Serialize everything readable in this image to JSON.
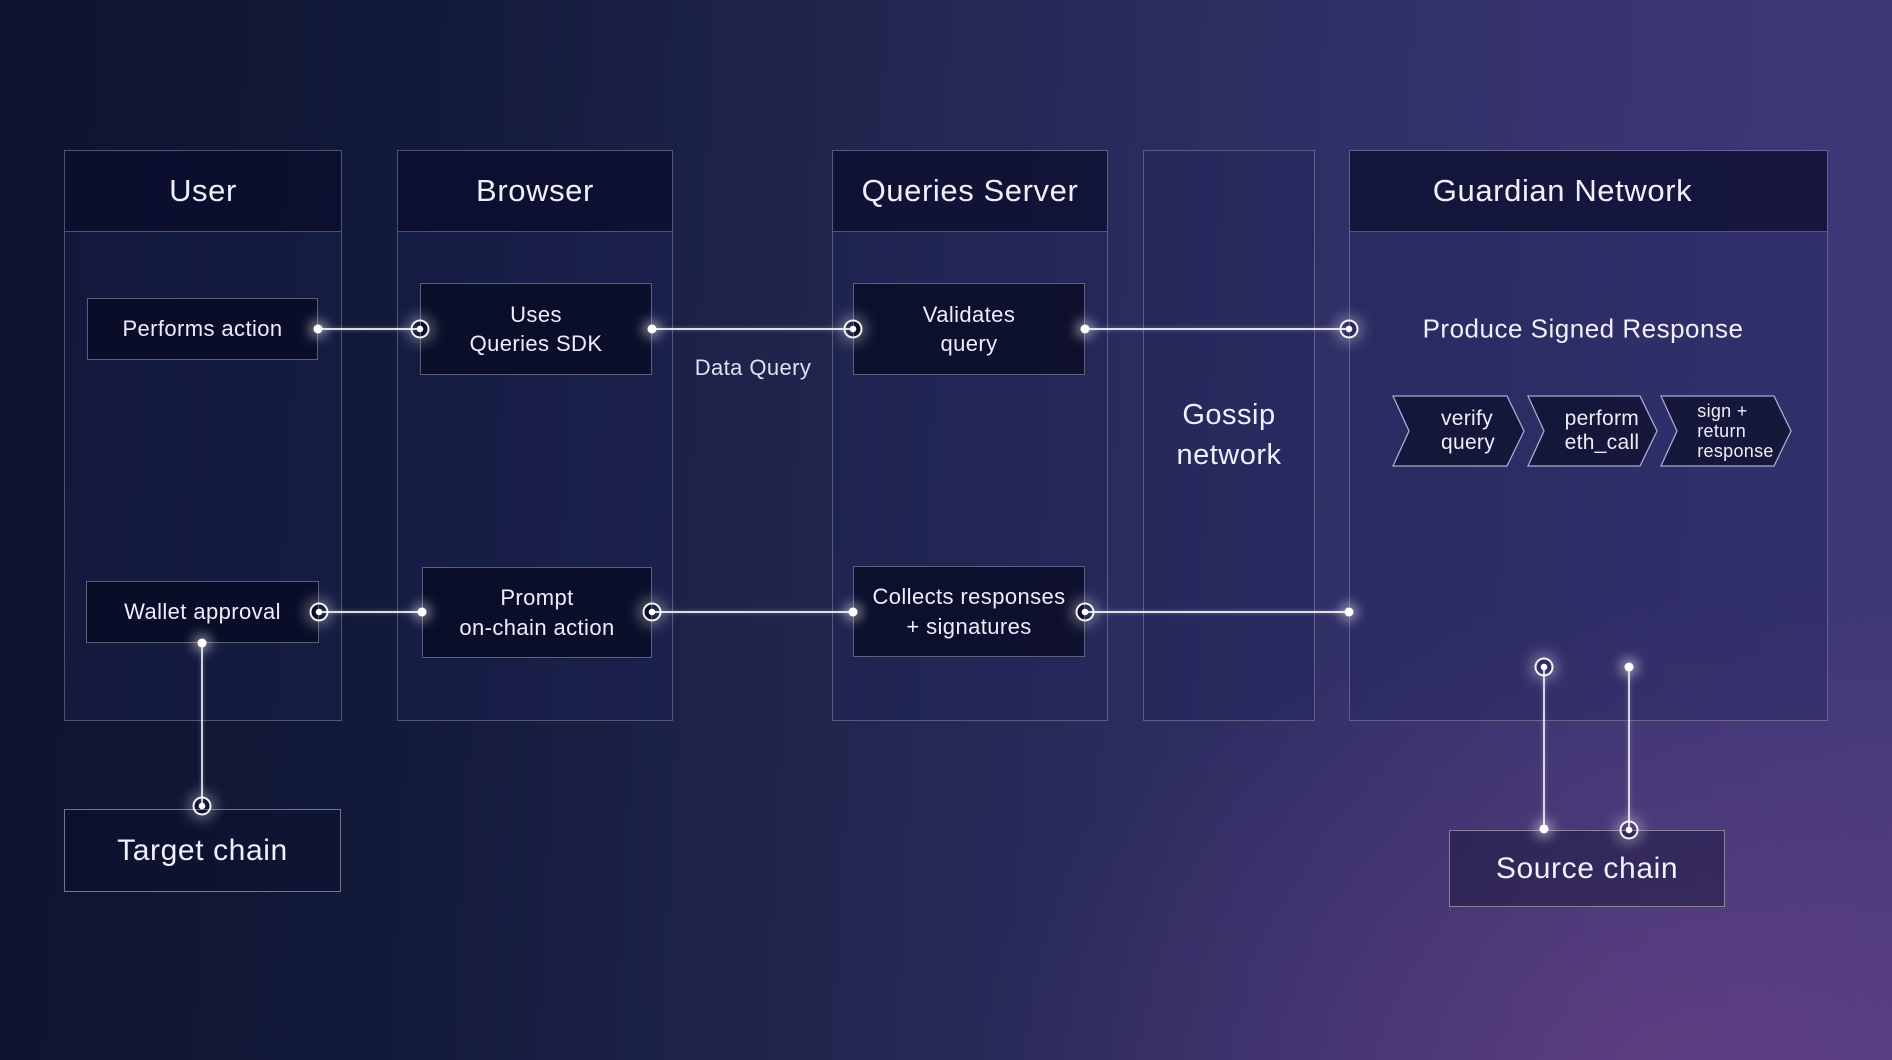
{
  "columns": {
    "user": {
      "title": "User"
    },
    "browser": {
      "title": "Browser"
    },
    "queries_server": {
      "title": "Queries Server"
    },
    "guardian": {
      "title": "Guardian Network"
    }
  },
  "gossip": {
    "label": "Gossip\nnetwork"
  },
  "nodes": {
    "performs_action": {
      "label": "Performs action"
    },
    "uses_queries_sdk": {
      "label": "Uses\nQueries SDK"
    },
    "validates_query": {
      "label": "Validates\nquery"
    },
    "wallet_approval": {
      "label": "Wallet approval"
    },
    "prompt_on_chain_action": {
      "label": "Prompt\non-chain action"
    },
    "collects_responses": {
      "label": "Collects responses\n+ signatures"
    },
    "target_chain": {
      "label": "Target chain"
    },
    "source_chain": {
      "label": "Source chain"
    }
  },
  "guardian_flow": {
    "title": "Produce Signed Response",
    "steps": [
      {
        "label": "verify\nquery"
      },
      {
        "label": "perform\neth_call"
      },
      {
        "label": "sign +\nreturn\nresponse"
      }
    ]
  },
  "edges": {
    "data_query_label": "Data Query"
  },
  "colors": {
    "background_top_left": "#0d142e",
    "background_bottom_right": "#4f3472",
    "panel_fill": "rgba(30,35,85,0.35)",
    "header_fill": "rgba(7,8,35,0.62)",
    "node_fill": "rgba(6,9,30,0.72)",
    "border": "rgba(255,255,255,0.25)",
    "connector": "#ffffff",
    "text": "#e9ebf8"
  }
}
